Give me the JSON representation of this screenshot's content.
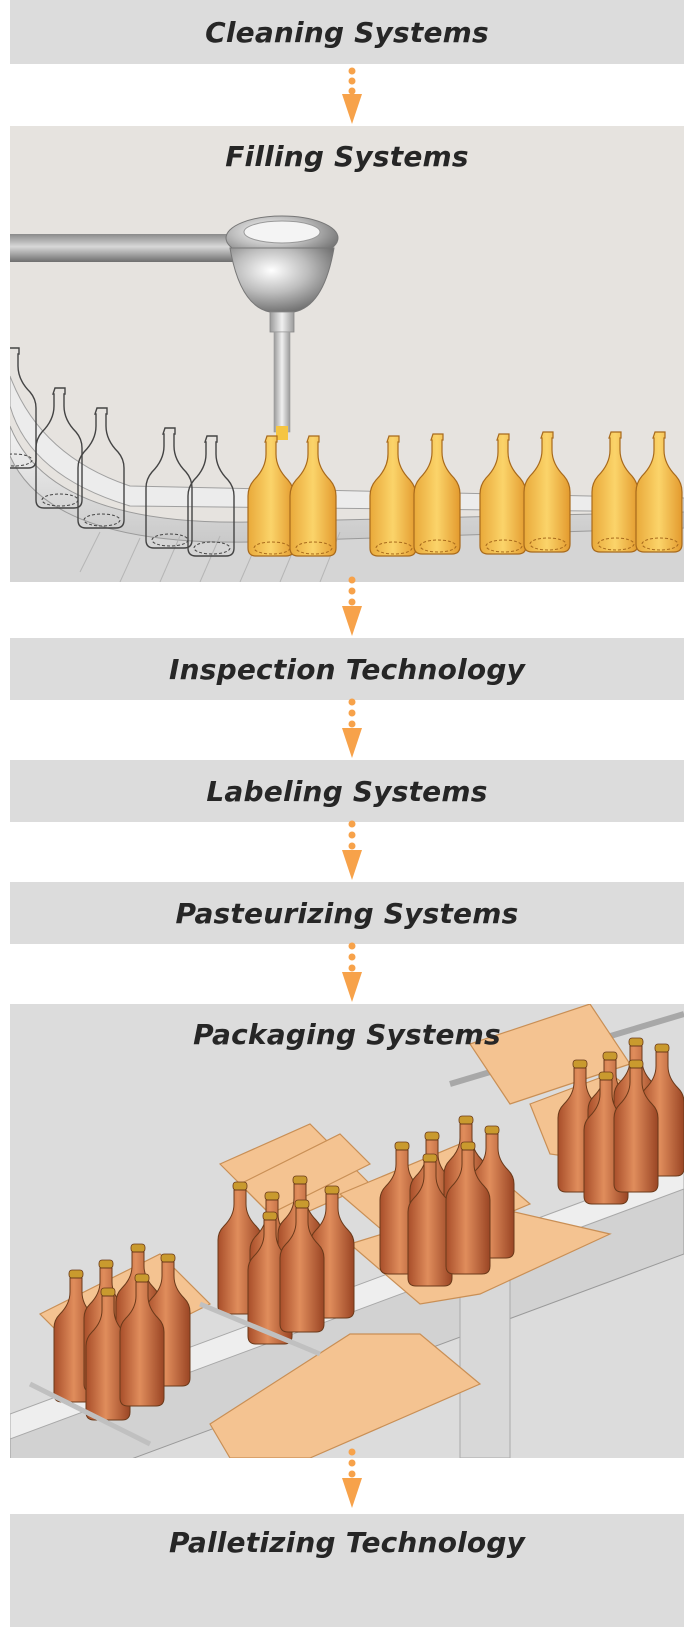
{
  "stages": [
    {
      "key": "cleaning",
      "label": "Cleaning Systems"
    },
    {
      "key": "filling",
      "label": "Filling Systems"
    },
    {
      "key": "inspection",
      "label": "Inspection Technology"
    },
    {
      "key": "labeling",
      "label": "Labeling Systems"
    },
    {
      "key": "pasteurizing",
      "label": "Pasteurizing Systems"
    },
    {
      "key": "packaging",
      "label": "Packaging Systems"
    },
    {
      "key": "palletizing",
      "label": "Palletizing Technology"
    }
  ],
  "colors": {
    "stage_bar": "#dcdcdc",
    "arrow": "#f7a24a",
    "filled_bottle": "#f2c24a",
    "brown_bottle": "#c8693a",
    "carton": "#f4c391"
  }
}
